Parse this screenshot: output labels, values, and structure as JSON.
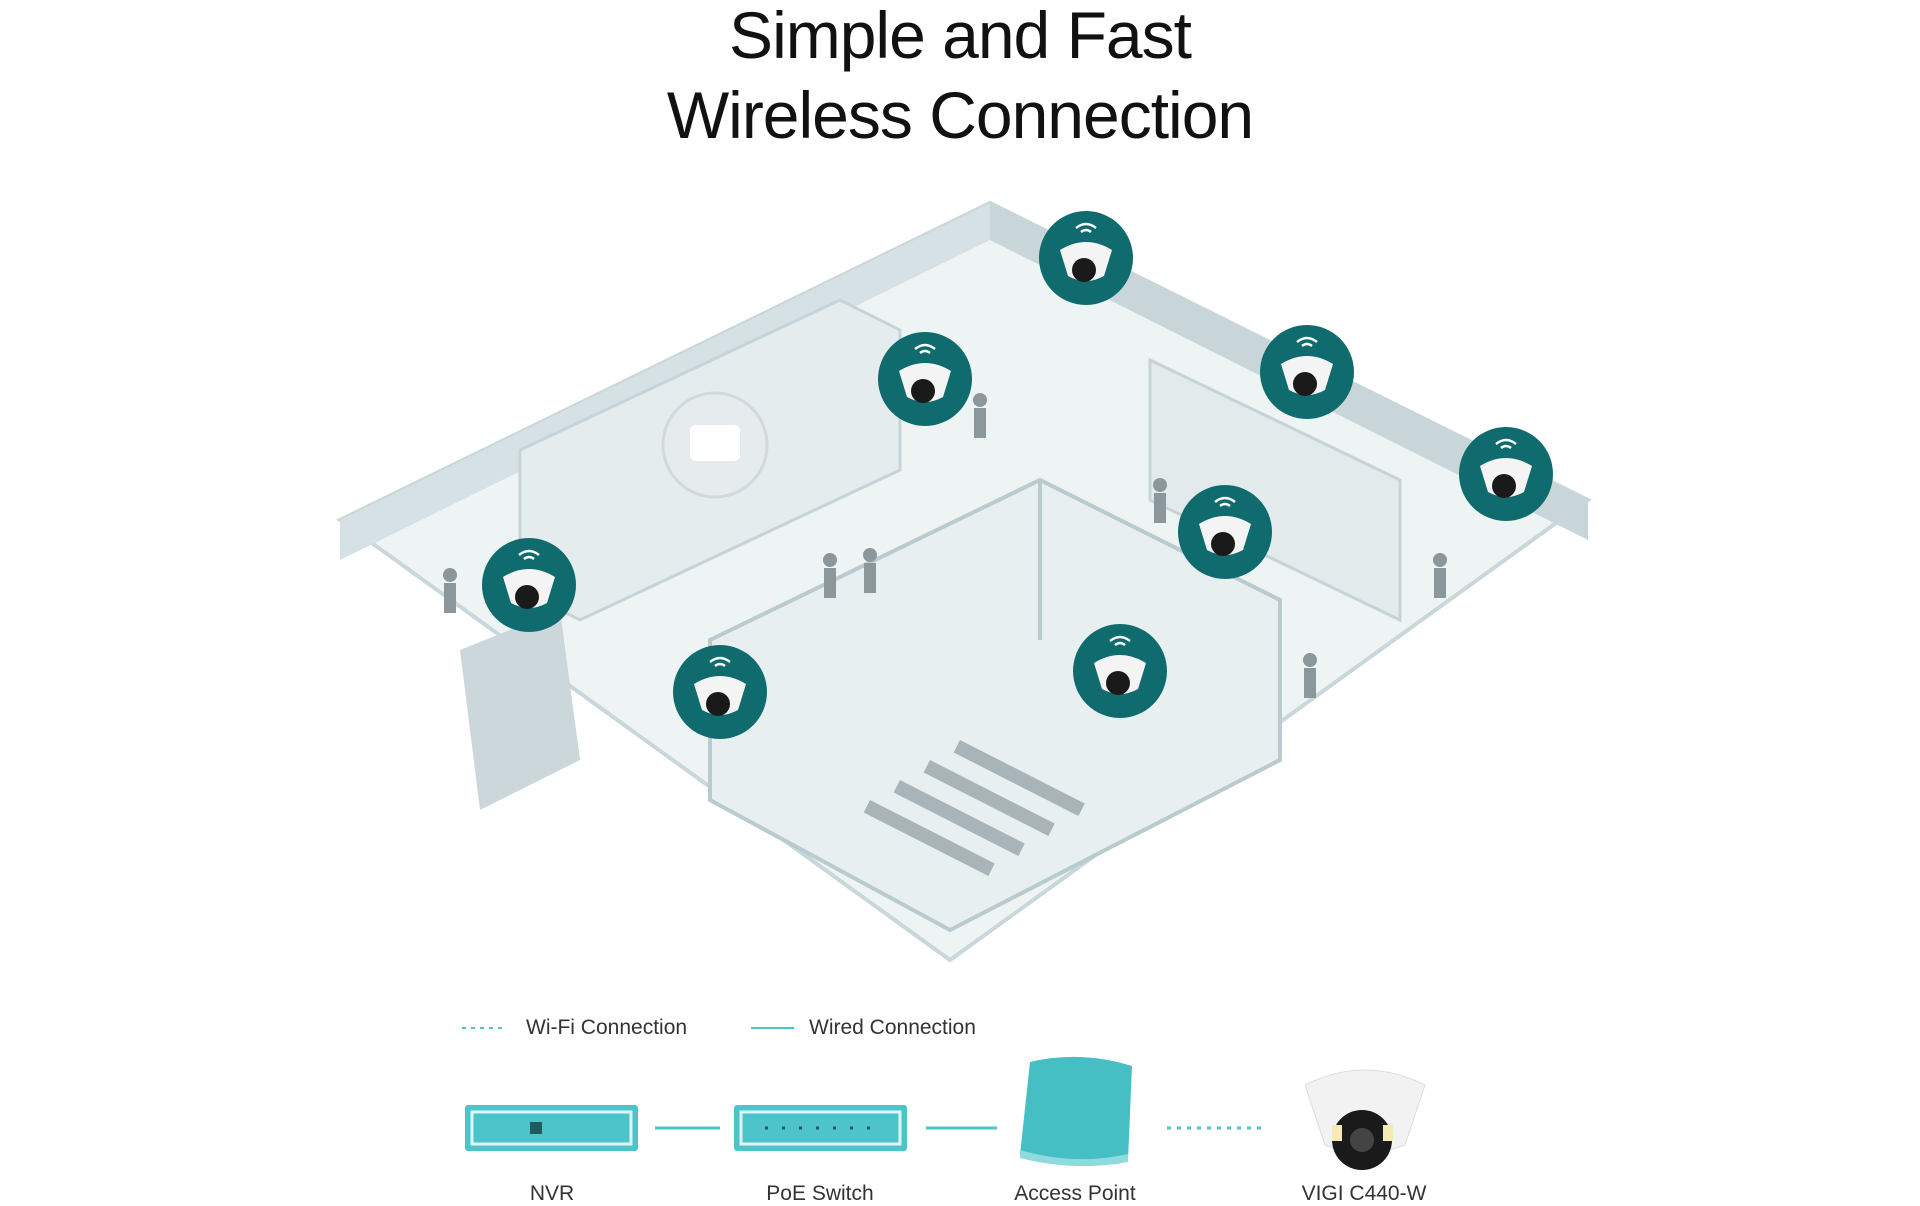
{
  "title": {
    "line1": "Simple and Fast",
    "line2": "Wireless Connection"
  },
  "legend": {
    "wifi": "Wi-Fi Connection",
    "wired": "Wired Connection"
  },
  "devices": [
    {
      "label": "NVR"
    },
    {
      "label": "PoE Switch"
    },
    {
      "label": "Access Point"
    },
    {
      "label": "VIGI C440-W"
    }
  ],
  "colors": {
    "accent": "#4cc4c9",
    "camera_badge": "#0f6b6e",
    "building": "#dfe8ea"
  }
}
